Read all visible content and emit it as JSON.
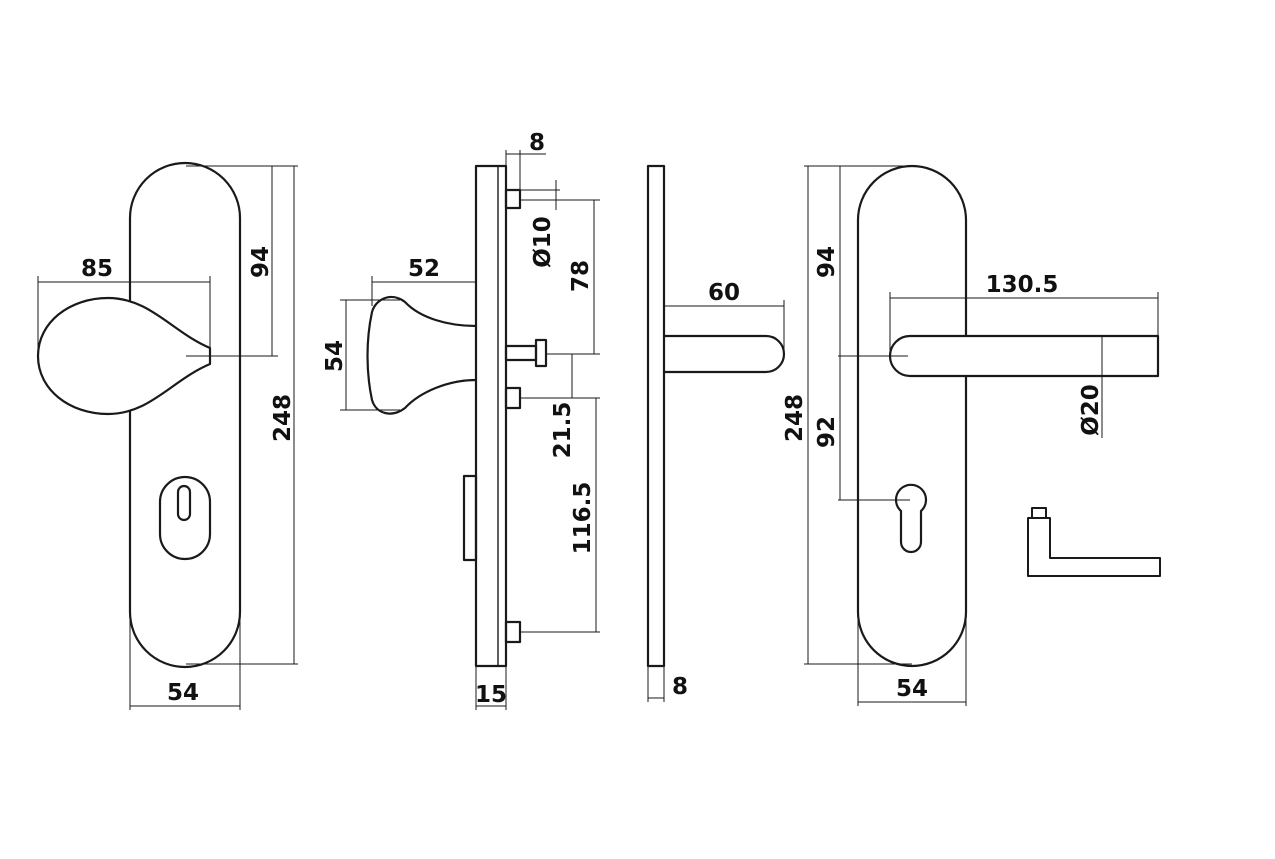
{
  "dimensions": {
    "knob_plate_width": "54",
    "knob_projection": "85",
    "knob_axis_from_top": "94",
    "knob_plate_height": "248",
    "side_knob_depth": "52",
    "side_knob_diameter": "54",
    "side_top_pin_offset": "8",
    "side_pin_diameter": "Ø10",
    "side_pin_to_spindle": "78",
    "side_spindle_to_screw": "21.5",
    "side_screw_spacing": "116.5",
    "side_plate_thickness": "15",
    "lever_side_projection": "60",
    "lever_side_plate_thickness": "8",
    "lever_plate_height": "248",
    "lever_axis_from_top": "94",
    "lever_axis_to_cylinder": "92",
    "lever_length": "130.5",
    "lever_diameter": "Ø20",
    "lever_plate_width": "54"
  }
}
